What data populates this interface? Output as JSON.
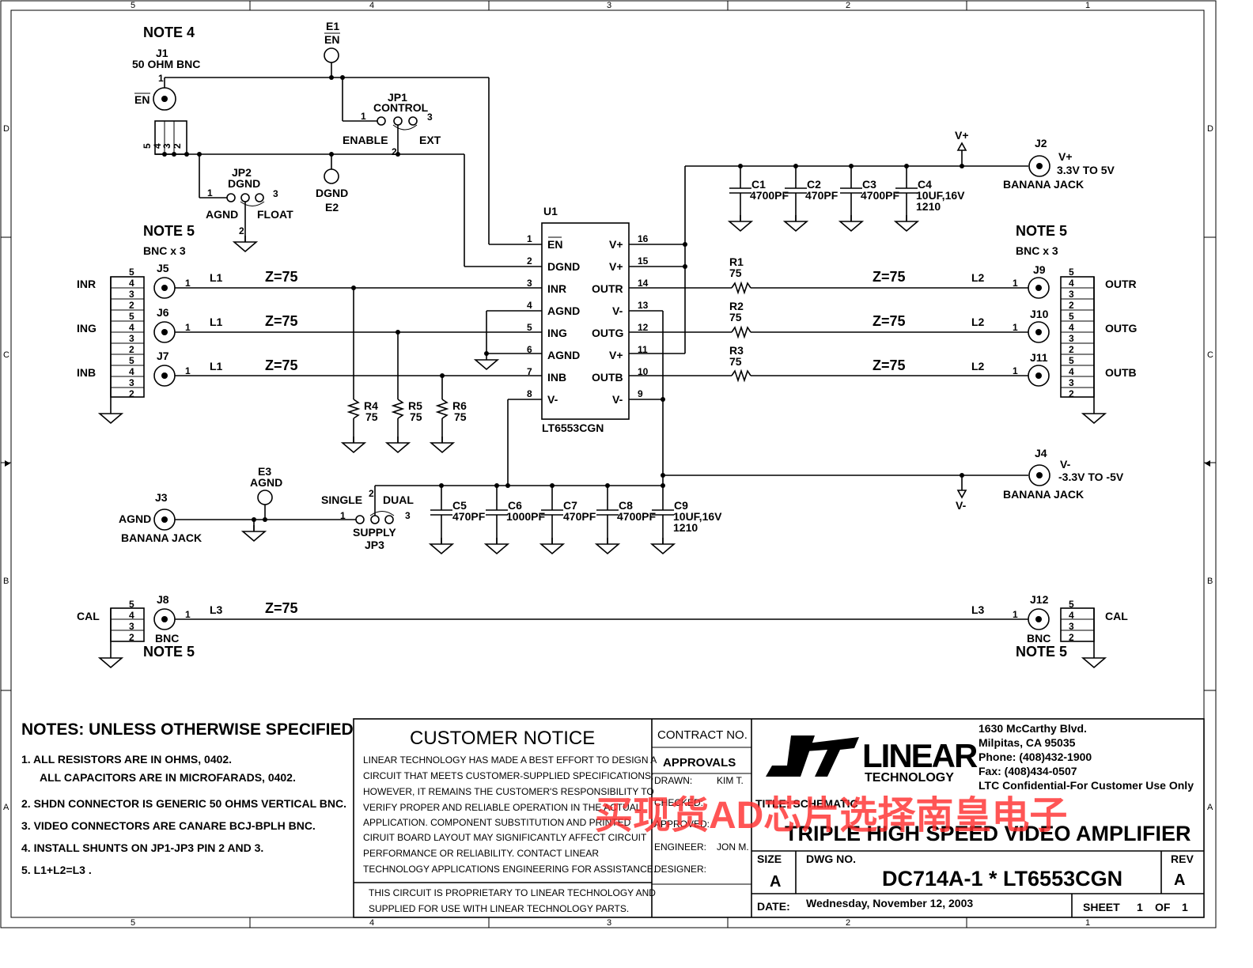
{
  "zones": {
    "columns": [
      "5",
      "4",
      "3",
      "2",
      "1"
    ],
    "rows": [
      "D",
      "C",
      "B",
      "A"
    ]
  },
  "notes": {
    "note4": "NOTE 4",
    "note5": "NOTE 5",
    "bnc_x3": "BNC x 3"
  },
  "connectors": {
    "j1_ref": "J1",
    "j1_desc": "50 OHM BNC",
    "en": "EN",
    "e1_ref": "E1",
    "e1_label": "EN",
    "e2_ref": "E2",
    "e2_label": "DGND",
    "e3_ref": "E3",
    "e3_label": "AGND",
    "jp1_ref": "JP1",
    "jp1_label": "CONTROL",
    "jp1_left": "ENABLE",
    "jp1_right": "EXT",
    "jp2_ref": "JP2",
    "jp2_label": "DGND",
    "jp2_left": "AGND",
    "jp2_right": "FLOAT",
    "jp3_ref": "JP3",
    "jp3_label": "SUPPLY",
    "jp3_left": "SINGLE",
    "jp3_right": "DUAL",
    "j2_ref": "J2",
    "j2_net": "V+",
    "j2_range": "3.3V TO 5V",
    "j2_desc": "BANANA JACK",
    "j4_ref": "J4",
    "j4_net": "V-",
    "j4_range": "-3.3V TO -5V",
    "j4_desc": "BANANA JACK",
    "j3_ref": "J3",
    "j3_net": "AGND",
    "j3_desc": "BANANA JACK",
    "j5_ref": "J5",
    "j6_ref": "J6",
    "j7_ref": "J7",
    "j8_ref": "J8",
    "j9_ref": "J9",
    "j10_ref": "J10",
    "j11_ref": "J11",
    "j12_ref": "J12",
    "bnc": "BNC",
    "inr": "INR",
    "ing": "ING",
    "inb": "INB",
    "cal": "CAL",
    "outr": "OUTR",
    "outg": "OUTG",
    "outb": "OUTB",
    "vplus": "V+",
    "vminus": "V-",
    "l1": "L1",
    "l2": "L2",
    "l3": "L3",
    "z75": "Z=75"
  },
  "ic": {
    "ref": "U1",
    "part": "LT6553CGN",
    "left_pins": [
      {
        "num": "1",
        "name": "EN"
      },
      {
        "num": "2",
        "name": "DGND"
      },
      {
        "num": "3",
        "name": "INR"
      },
      {
        "num": "4",
        "name": "AGND"
      },
      {
        "num": "5",
        "name": "ING"
      },
      {
        "num": "6",
        "name": "AGND"
      },
      {
        "num": "7",
        "name": "INB"
      },
      {
        "num": "8",
        "name": "V-"
      }
    ],
    "right_pins": [
      {
        "num": "16",
        "name": "V+"
      },
      {
        "num": "15",
        "name": "V+"
      },
      {
        "num": "14",
        "name": "OUTR"
      },
      {
        "num": "13",
        "name": "V-"
      },
      {
        "num": "12",
        "name": "OUTG"
      },
      {
        "num": "11",
        "name": "V+"
      },
      {
        "num": "10",
        "name": "OUTB"
      },
      {
        "num": "9",
        "name": "V-"
      }
    ]
  },
  "components": {
    "c1": {
      "ref": "C1",
      "val": "4700PF"
    },
    "c2": {
      "ref": "C2",
      "val": "470PF"
    },
    "c3": {
      "ref": "C3",
      "val": "4700PF"
    },
    "c4": {
      "ref": "C4",
      "val": "10UF,16V",
      "pkg": "1210"
    },
    "c5": {
      "ref": "C5",
      "val": "470PF"
    },
    "c6": {
      "ref": "C6",
      "val": "1000PF"
    },
    "c7": {
      "ref": "C7",
      "val": "470PF"
    },
    "c8": {
      "ref": "C8",
      "val": "4700PF"
    },
    "c9": {
      "ref": "C9",
      "val": "10UF,16V",
      "pkg": "1210"
    },
    "r1": {
      "ref": "R1",
      "val": "75"
    },
    "r2": {
      "ref": "R2",
      "val": "75"
    },
    "r3": {
      "ref": "R3",
      "val": "75"
    },
    "r4": {
      "ref": "R4",
      "val": "75"
    },
    "r5": {
      "ref": "R5",
      "val": "75"
    },
    "r6": {
      "ref": "R6",
      "val": "75"
    }
  },
  "notes_block": {
    "title": "NOTES:  UNLESS OTHERWISE SPECIFIED",
    "items": [
      "1.  ALL RESISTORS ARE IN OHMS, 0402.",
      "ALL CAPACITORS ARE IN MICROFARADS, 0402.",
      "2.  SHDN CONNECTOR IS GENERIC 50 OHMS VERTICAL BNC.",
      "3.  VIDEO CONNECTORS ARE CANARE BCJ-BPLH  BNC.",
      "4.  INSTALL SHUNTS ON JP1-JP3 PIN 2 AND 3.",
      "5.  L1+L2=L3 ."
    ]
  },
  "customer_notice": {
    "title": "CUSTOMER NOTICE",
    "lines": [
      "LINEAR TECHNOLOGY HAS MADE A BEST EFFORT TO DESIGN A",
      "CIRCUIT THAT MEETS CUSTOMER-SUPPLIED SPECIFICATIONS;",
      "HOWEVER, IT REMAINS THE CUSTOMER'S RESPONSIBILITY TO",
      "VERIFY PROPER AND RELIABLE OPERATION IN THE ACTUAL",
      "APPLICATION.  COMPONENT SUBSTITUTION AND PRINTED",
      "CIRUIT BOARD LAYOUT MAY SIGNIFICANTLY AFFECT CIRCUIT",
      "PERFORMANCE OR RELIABILITY.  CONTACT LINEAR",
      "TECHNOLOGY APPLICATIONS ENGINEERING FOR ASSISTANCE."
    ],
    "footer": [
      "THIS CIRCUIT IS PROPRIETARY TO LINEAR TECHNOLOGY AND",
      "SUPPLIED FOR USE WITH LINEAR TECHNOLOGY PARTS."
    ]
  },
  "approvals": {
    "contract": "CONTRACT NO.",
    "title": "APPROVALS",
    "drawn_label": "DRAWN:",
    "drawn": "KIM T.",
    "checked_label": "CHECKED:",
    "approved_label": "APPROVED:",
    "engineer_label": "ENGINEER:",
    "engineer": "JON M.",
    "designer_label": "DESIGNER:"
  },
  "company": {
    "logo_word": "LINEAR",
    "logo_sub": "TECHNOLOGY",
    "address": [
      "1630 McCarthy Blvd.",
      "Milpitas, CA 95035",
      "Phone: (408)432-1900",
      "Fax: (408)434-0507",
      "LTC Confidential-For Customer Use Only"
    ]
  },
  "title_block": {
    "title_label": "TITLE: SCHEMATIC",
    "title": "TRIPLE HIGH SPEED VIDEO AMPLIFIER",
    "size_label": "SIZE",
    "size": "A",
    "dwg_label": "DWG NO.",
    "dwg": "DC714A-1 * LT6553CGN",
    "rev_label": "REV",
    "rev": "A",
    "date_label": "DATE:",
    "date": "Wednesday, November 12, 2003",
    "sheet_label": "SHEET",
    "sheet": "1",
    "of_label": "OF",
    "of": "1"
  },
  "watermark": "买现货AD芯片选择南皇电子",
  "colors": {
    "ink": "#000000",
    "watermark": "#ff2a2a",
    "paper": "#ffffff"
  }
}
